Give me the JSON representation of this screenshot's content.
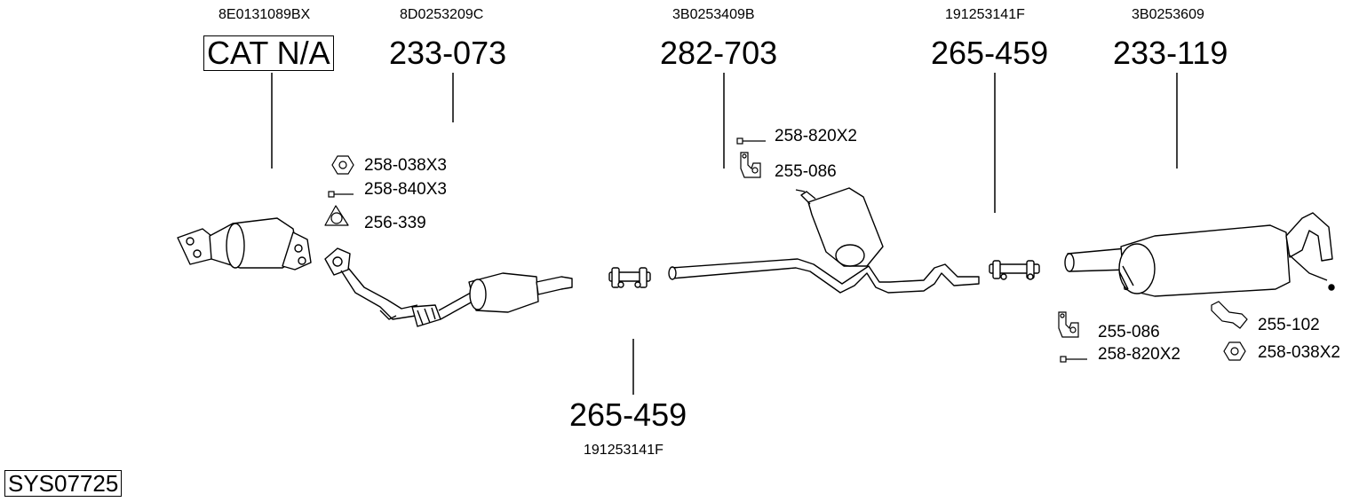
{
  "diagram": {
    "system_code": "SYS07725",
    "parts": [
      {
        "oe": "8E0131089BX",
        "part": "CAT N/A"
      },
      {
        "oe": "8D0253209C",
        "part": "233-073"
      },
      {
        "oe": "3B0253409B",
        "part": "282-703"
      },
      {
        "oe": "191253141F",
        "part": "265-459"
      },
      {
        "oe": "3B0253609",
        "part": "233-119"
      },
      {
        "oe": "191253141F",
        "part": "265-459"
      }
    ],
    "fittings": [
      "258-038X3",
      "258-840X3",
      "256-339",
      "258-820X2",
      "255-086",
      "255-086",
      "258-820X2",
      "255-102",
      "258-038X2"
    ]
  }
}
